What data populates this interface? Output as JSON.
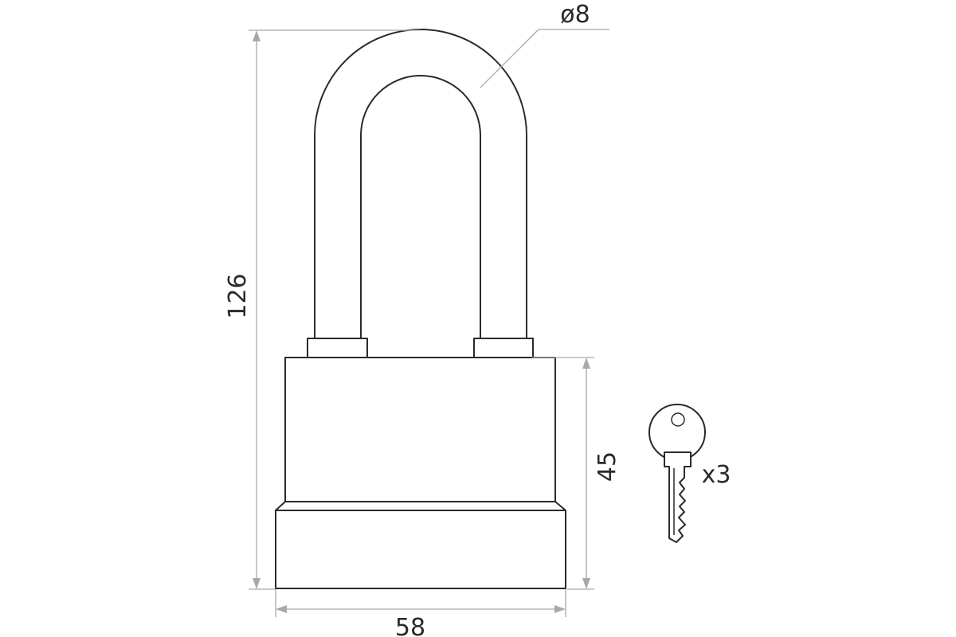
{
  "dimensions": {
    "shackle_diameter": "ø8",
    "total_height": "126",
    "body_height": "45",
    "body_width": "58"
  },
  "keys": {
    "count_label": "x3"
  },
  "colors": {
    "outline": "#2a2a2a",
    "dimension_line": "#a8a8a8",
    "background": "#ffffff"
  }
}
